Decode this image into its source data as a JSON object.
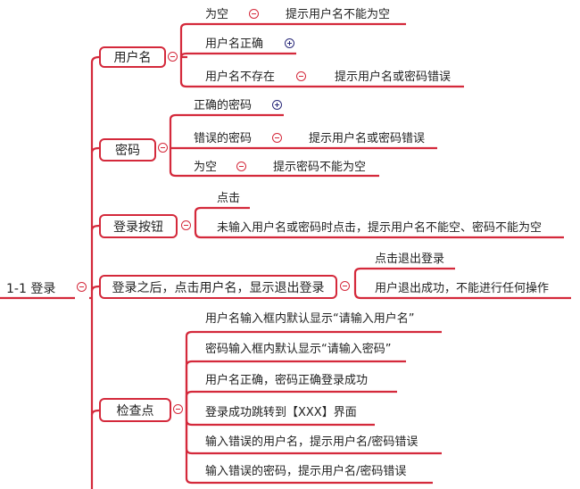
{
  "root": {
    "label": "1-1  登录"
  },
  "branches": [
    {
      "label": "用户名",
      "children": [
        {
          "label": "为空",
          "note": "提示用户名不能为空"
        },
        {
          "label": "用户名正确"
        },
        {
          "label": "用户名不存在",
          "note": "提示用户名或密码错误"
        }
      ]
    },
    {
      "label": "密码",
      "children": [
        {
          "label": "正确的密码"
        },
        {
          "label": "错误的密码",
          "note": "提示用户名或密码错误"
        },
        {
          "label": "为空",
          "note": "提示密码不能为空"
        }
      ]
    },
    {
      "label": "登录按钮",
      "children": [
        {
          "label": "点击"
        },
        {
          "label": "未输入用户名或密码时点击，提示用户名不能空、密码不能为空"
        }
      ]
    },
    {
      "label": "登录之后，点击用户名，显示退出登录",
      "children": [
        {
          "label": "点击退出登录"
        },
        {
          "label": "用户退出成功，不能进行任何操作"
        }
      ]
    },
    {
      "label": "检查点",
      "children": [
        {
          "label": "用户名输入框内默认显示“请输入用户名”"
        },
        {
          "label": "密码输入框内默认显示“请输入密码”"
        },
        {
          "label": "用户名正确，密码正确登录成功"
        },
        {
          "label": "登录成功跳转到【XXX】界面"
        },
        {
          "label": "输入错误的用户名，提示用户名/密码错误"
        },
        {
          "label": "输入错误的密码，提示用户名/密码错误"
        }
      ]
    }
  ],
  "colors": {
    "line": "#d4293b",
    "plus": "#2a2a7a"
  }
}
